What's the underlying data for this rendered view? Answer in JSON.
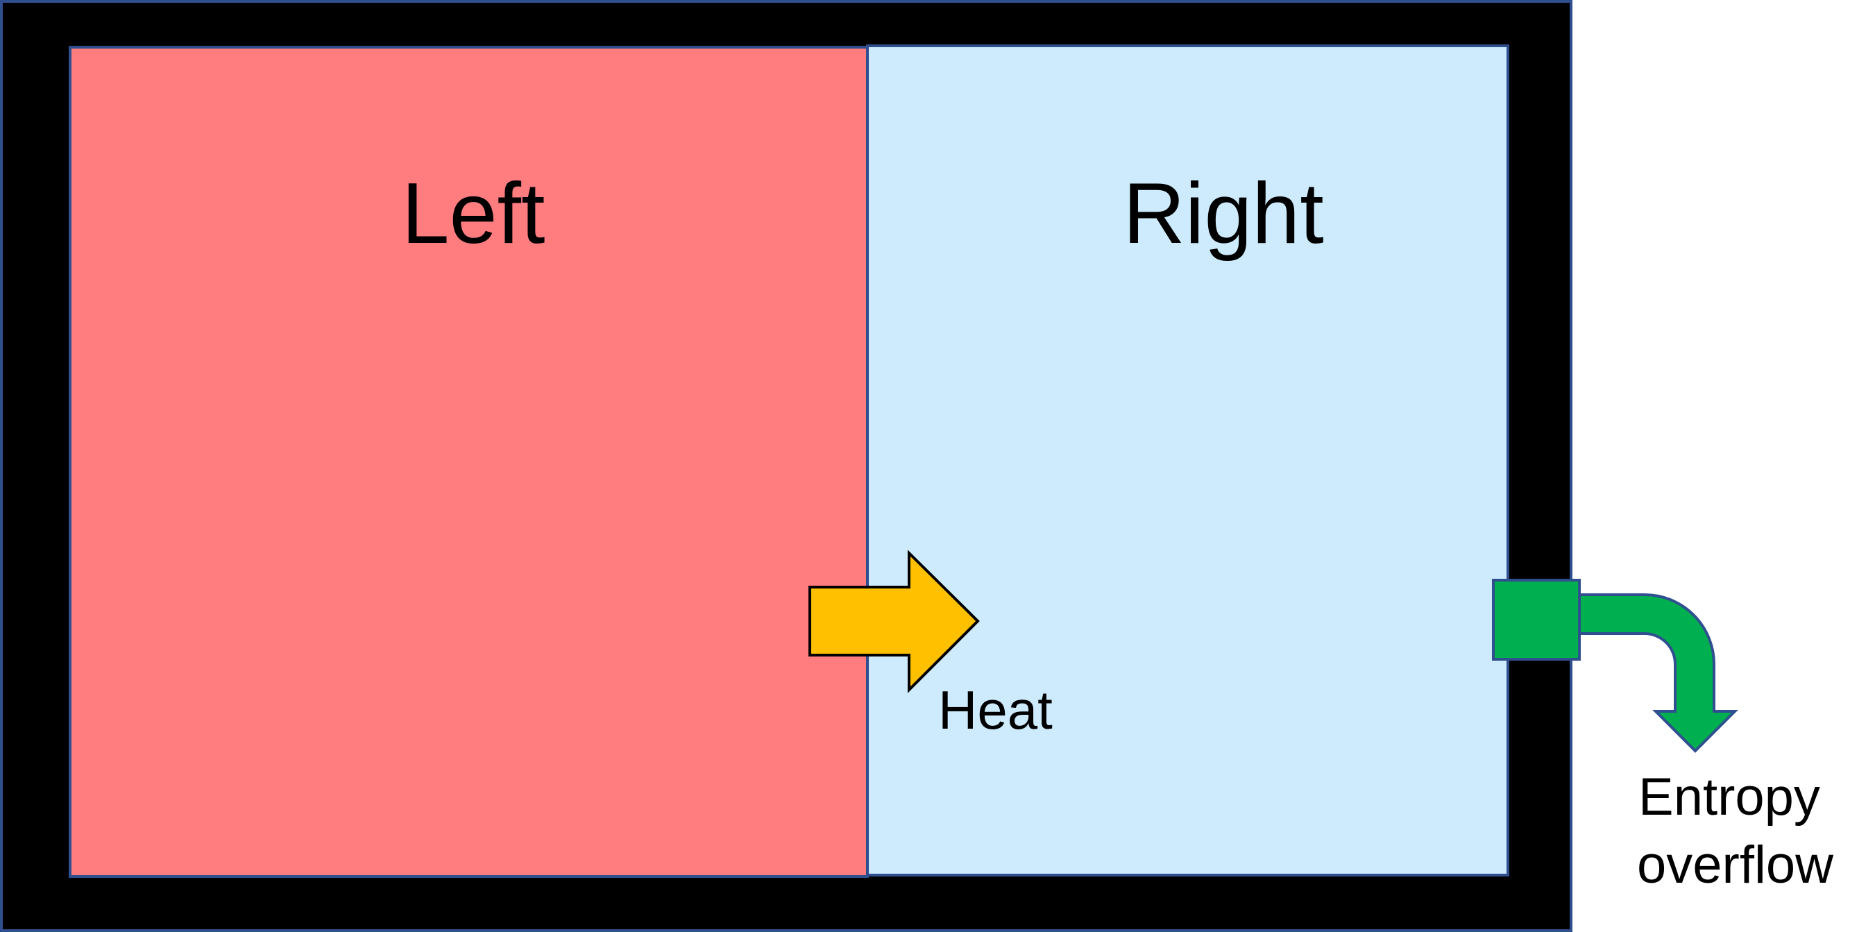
{
  "labels": {
    "left": "Left",
    "right": "Right",
    "heat": "Heat",
    "entropy_line1": "Entropy",
    "entropy_line2": "overflow"
  },
  "colors": {
    "enclosure": "#000000",
    "enclosure_edge": "#2f4f8f",
    "left_chamber": "#ff7c7f",
    "right_chamber": "#cdebfc",
    "heat_arrow": "#ffc000",
    "entropy_valve": "#00b050",
    "entropy_pipe_edge": "#2f4f8f"
  },
  "icons": {
    "heat": "right-arrow-icon",
    "entropy": "bent-down-arrow-icon"
  }
}
